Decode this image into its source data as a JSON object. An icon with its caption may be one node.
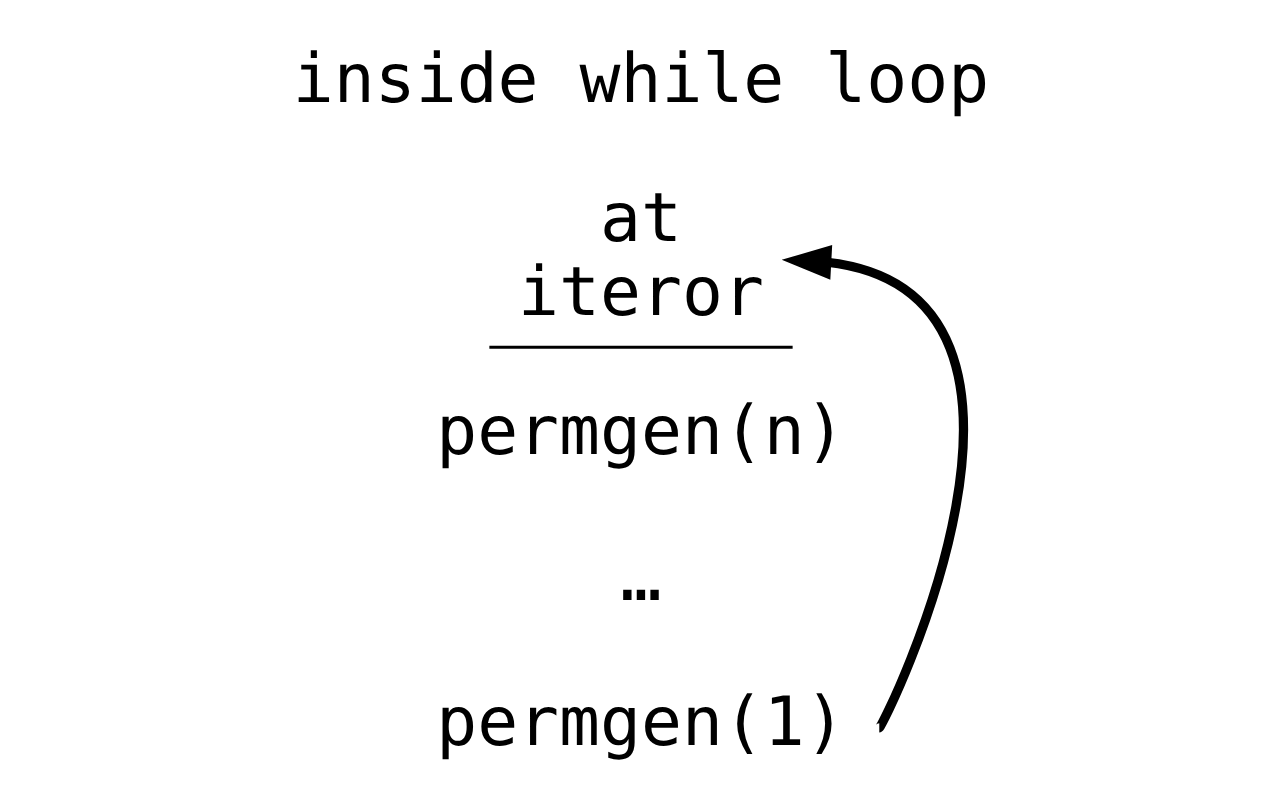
{
  "diagram": {
    "nodes": [
      {
        "text": [
          "inside while loop"
        ]
      },
      {
        "text": [
          "at",
          "iteror"
        ]
      },
      {
        "text": [
          "permgen(n)"
        ]
      },
      {
        "text": [
          "…"
        ]
      },
      {
        "text": [
          "permgen(1)"
        ]
      }
    ],
    "edges": [
      {
        "from": 4,
        "to": 1,
        "arrow": "to"
      }
    ]
  }
}
